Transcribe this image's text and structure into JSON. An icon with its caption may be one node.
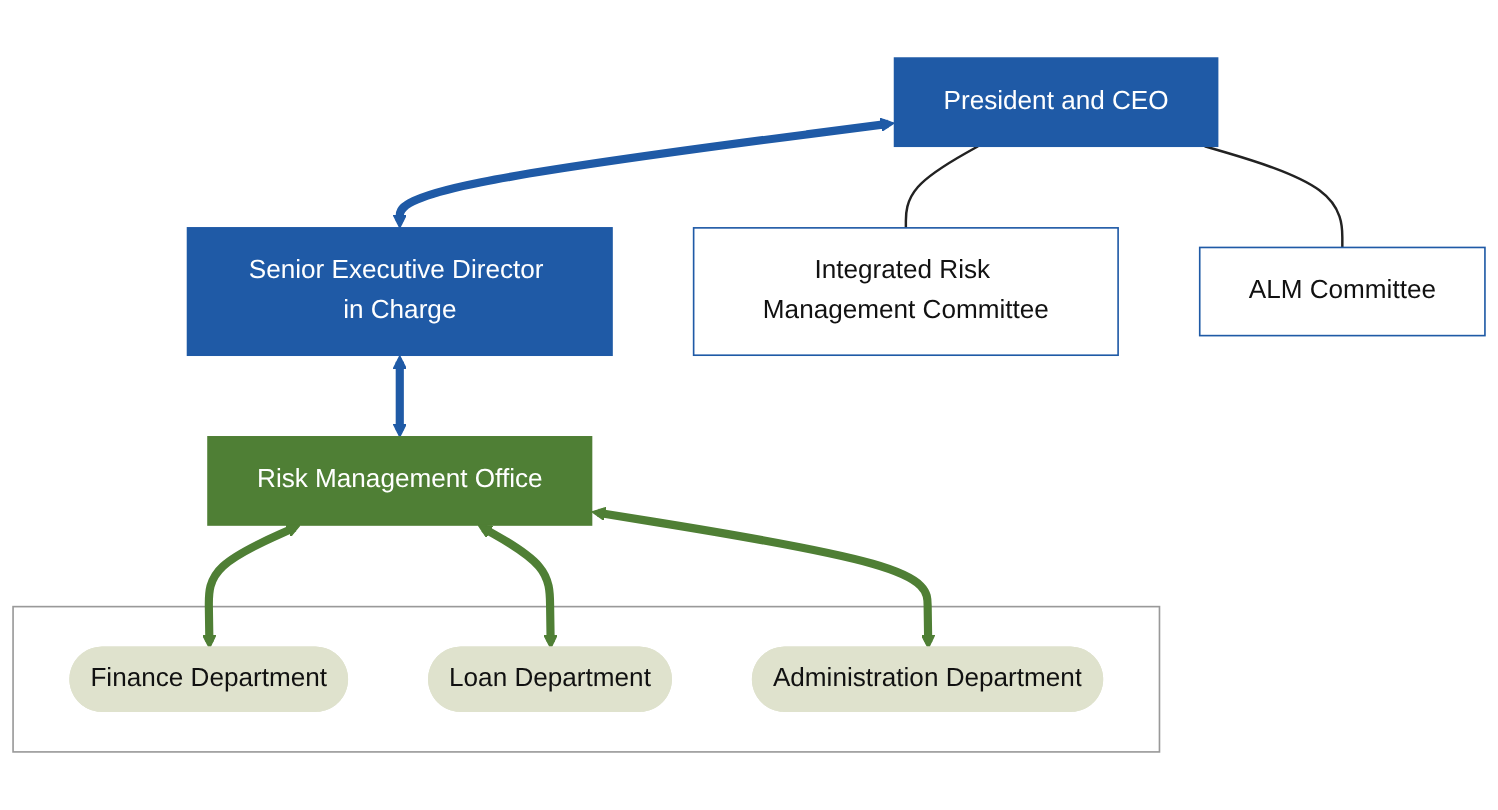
{
  "diagram": {
    "nodes": [
      {
        "text": [
          "President and CEO"
        ]
      },
      {
        "text": [
          "Senior Executive Director in Charge"
        ]
      },
      {
        "text": [
          "Risk Management Office"
        ]
      },
      {
        "text": [
          "Integrated Risk Management Committee"
        ]
      },
      {
        "text": [
          "ALM Committee"
        ]
      },
      {
        "text": [],
        "shape": "box"
      },
      {
        "text": [
          "Finance Department"
        ],
        "in": 5
      },
      {
        "text": [
          "Loan Department"
        ],
        "in": 5
      },
      {
        "text": [
          "Administration Department"
        ],
        "in": 5
      }
    ],
    "edges": [
      {
        "from": 0,
        "to": 1,
        "arrow": "both",
        "color": "#1f5aa6"
      },
      {
        "from": 1,
        "to": 2,
        "arrow": "both",
        "color": "#1f5aa6"
      },
      {
        "from": 0,
        "to": 3,
        "arrow": "none",
        "color": "#222222"
      },
      {
        "from": 0,
        "to": 4,
        "arrow": "none",
        "color": "#222222"
      },
      {
        "from": 2,
        "to": 6,
        "arrow": "both",
        "color": "#4f7f35"
      },
      {
        "from": 2,
        "to": 7,
        "arrow": "both",
        "color": "#4f7f35"
      },
      {
        "from": 2,
        "to": 8,
        "arrow": "both",
        "color": "#4f7f35"
      }
    ]
  }
}
